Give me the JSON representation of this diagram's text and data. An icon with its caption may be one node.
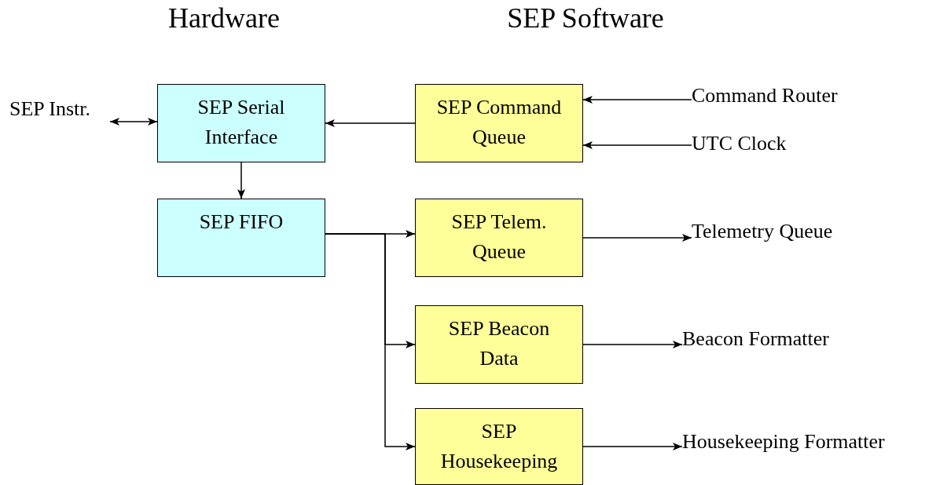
{
  "diagram": {
    "nodes": [
      {
        "text": [
          "SEP Instr."
        ]
      },
      {
        "text": [
          "SEP Serial Interface"
        ]
      },
      {
        "text": [
          "SEP Command Queue"
        ]
      },
      {
        "text": [
          "Command Router"
        ]
      },
      {
        "text": [
          "UTC Clock"
        ]
      },
      {
        "text": [
          "SEP FIFO"
        ]
      },
      {
        "text": [
          "SEP Telem. Queue"
        ]
      },
      {
        "text": [
          "Telemetry Queue"
        ]
      },
      {
        "text": [
          "SEP Beacon Data"
        ]
      },
      {
        "text": [
          "Beacon Formatter"
        ]
      },
      {
        "text": [
          "SEP Housekeeping"
        ]
      },
      {
        "text": [
          "Housekeeping Formatter"
        ]
      }
    ],
    "edges": [
      {
        "from": 0,
        "to": 1,
        "arrow": "both"
      },
      {
        "from": 2,
        "to": 1,
        "arrow": "to"
      },
      {
        "from": 3,
        "to": 2,
        "arrow": "to"
      },
      {
        "from": 4,
        "to": 2,
        "arrow": "to"
      },
      {
        "from": 1,
        "to": 5,
        "arrow": "to"
      },
      {
        "from": 5,
        "to": 6,
        "arrow": "to"
      },
      {
        "from": 5,
        "to": 8,
        "arrow": "to"
      },
      {
        "from": 5,
        "to": 10,
        "arrow": "to"
      },
      {
        "from": 6,
        "to": 7,
        "arrow": "to"
      },
      {
        "from": 8,
        "to": 9,
        "arrow": "to"
      },
      {
        "from": 10,
        "to": 11,
        "arrow": "to"
      }
    ],
    "labels": [
      "Hardware",
      "SEP Software"
    ]
  }
}
